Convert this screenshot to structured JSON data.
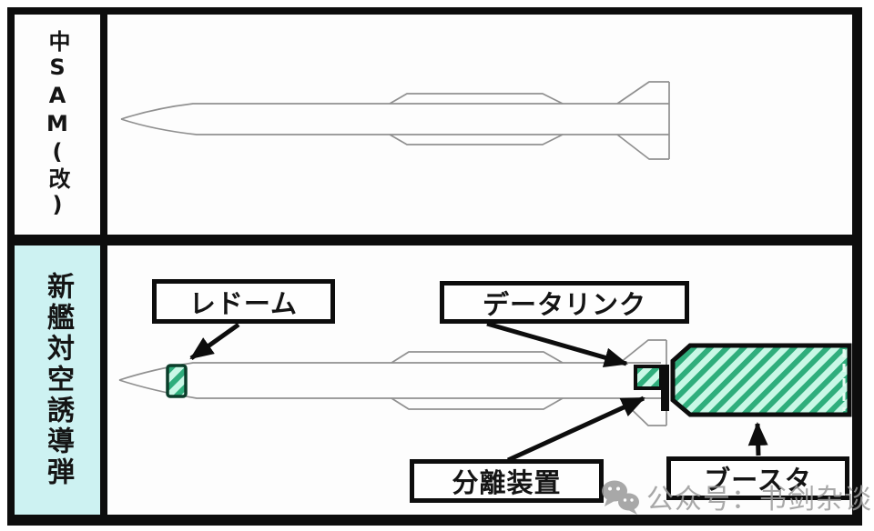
{
  "diagram": {
    "rows": [
      {
        "id": "chu-sam-kai",
        "label": "中SAM(改)"
      },
      {
        "id": "new-ship-to-air-missile",
        "label": "新艦対空誘導弾"
      }
    ],
    "callouts": {
      "radome": "レドーム",
      "datalink": "データリンク",
      "separation_device": "分離装置",
      "booster": "ブースタ"
    }
  },
  "watermark": {
    "icon": "wechat-icon",
    "text": "公众号：书剑杂谈"
  },
  "colors": {
    "frame_black": "#0d0d0d",
    "row2_label_bg": "#cdf2f2",
    "missile_outline_gray": "#909090",
    "hatch_green": "#2fae7c",
    "hatch_light_green": "#c9f8e6",
    "watermark_gray": "#9a9a9a"
  }
}
